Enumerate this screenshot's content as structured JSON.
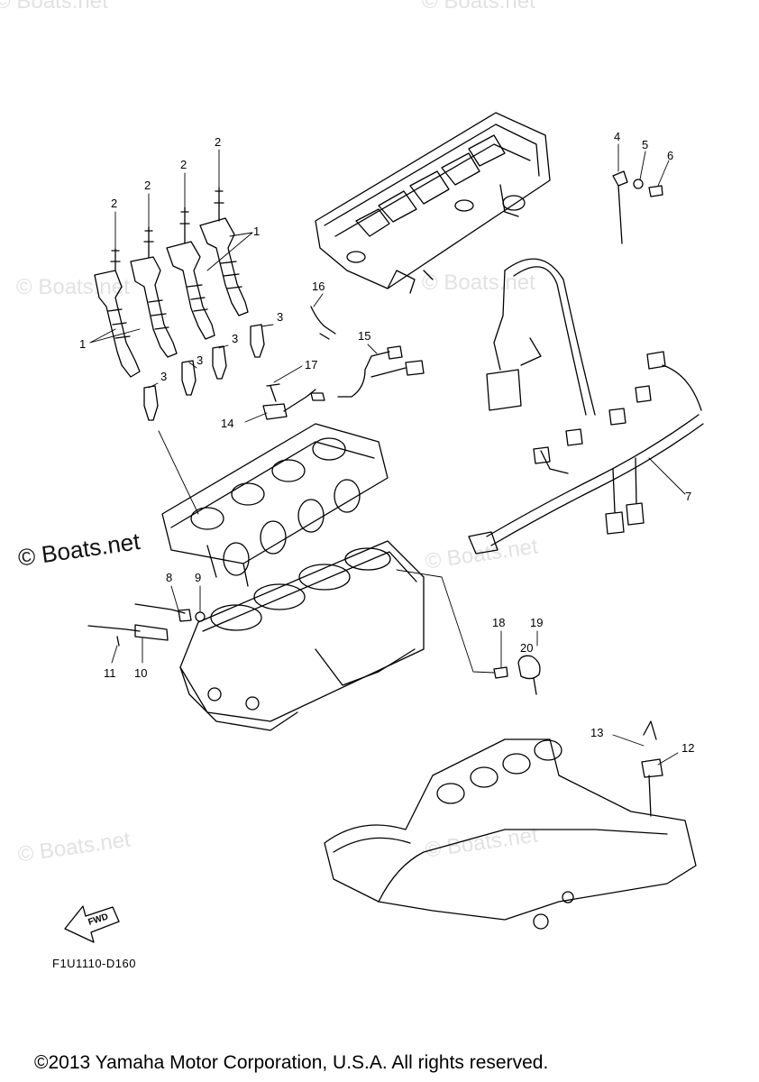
{
  "watermarks": [
    {
      "text": "© Boats.net",
      "style": "light",
      "pos": "tl"
    },
    {
      "text": "© Boats.net",
      "style": "light",
      "pos": "tc"
    },
    {
      "text": "© Boats.net",
      "style": "light",
      "pos": "ml"
    },
    {
      "text": "© Boats.net",
      "style": "light",
      "pos": "mc"
    },
    {
      "text": "© Boats.net",
      "style": "dark",
      "pos": "dark"
    },
    {
      "text": "© Boats.net",
      "style": "light",
      "pos": "mr"
    },
    {
      "text": "© Boats.net",
      "style": "light",
      "pos": "bl"
    },
    {
      "text": "© Boats.net",
      "style": "light",
      "pos": "bc"
    }
  ],
  "callouts": [
    {
      "id": "1a",
      "label": "1"
    },
    {
      "id": "1b",
      "label": "1"
    },
    {
      "id": "2a",
      "label": "2"
    },
    {
      "id": "2b",
      "label": "2"
    },
    {
      "id": "2c",
      "label": "2"
    },
    {
      "id": "2d",
      "label": "2"
    },
    {
      "id": "3a",
      "label": "3"
    },
    {
      "id": "3b",
      "label": "3"
    },
    {
      "id": "3c",
      "label": "3"
    },
    {
      "id": "3d",
      "label": "3"
    },
    {
      "id": "4",
      "label": "4"
    },
    {
      "id": "5",
      "label": "5"
    },
    {
      "id": "6",
      "label": "6"
    },
    {
      "id": "7",
      "label": "7"
    },
    {
      "id": "8",
      "label": "8"
    },
    {
      "id": "9",
      "label": "9"
    },
    {
      "id": "10",
      "label": "10"
    },
    {
      "id": "11",
      "label": "11"
    },
    {
      "id": "12",
      "label": "12"
    },
    {
      "id": "13",
      "label": "13"
    },
    {
      "id": "14",
      "label": "14"
    },
    {
      "id": "15",
      "label": "15"
    },
    {
      "id": "16",
      "label": "16"
    },
    {
      "id": "17",
      "label": "17"
    },
    {
      "id": "18",
      "label": "18"
    },
    {
      "id": "19",
      "label": "19"
    },
    {
      "id": "20",
      "label": "20"
    }
  ],
  "fwd_label": "FWD",
  "figure_code": "F1U1110-D160",
  "copyright": "©2013 Yamaha Motor Corporation, U.S.A. All rights reserved."
}
